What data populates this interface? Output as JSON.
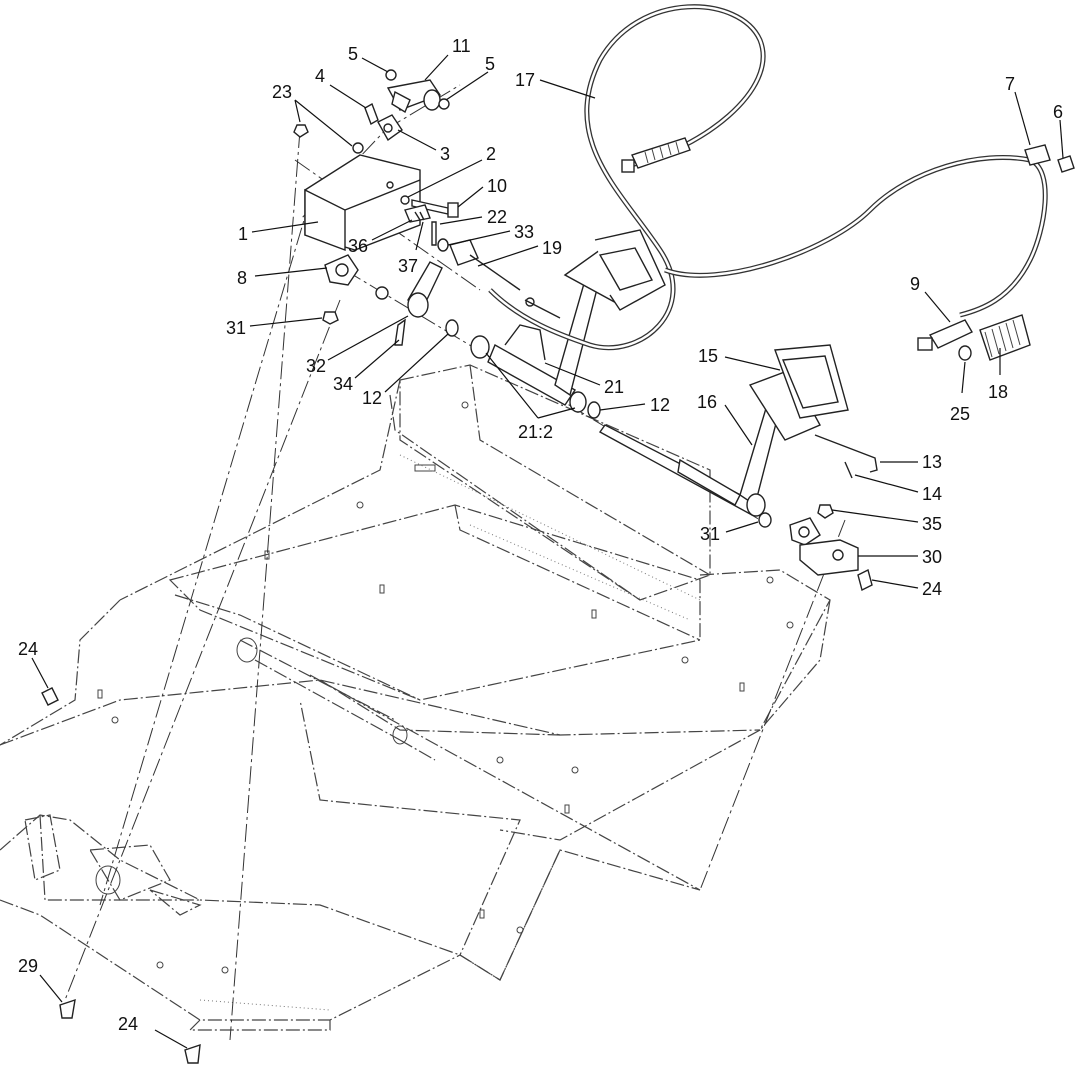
{
  "callouts": [
    {
      "id": "c5a",
      "text": "5"
    },
    {
      "id": "c11",
      "text": "11"
    },
    {
      "id": "c5b",
      "text": "5"
    },
    {
      "id": "c4",
      "text": "4"
    },
    {
      "id": "c23",
      "text": "23"
    },
    {
      "id": "c3",
      "text": "3"
    },
    {
      "id": "c2",
      "text": "2"
    },
    {
      "id": "c10",
      "text": "10"
    },
    {
      "id": "c22",
      "text": "22"
    },
    {
      "id": "c33",
      "text": "33"
    },
    {
      "id": "c1",
      "text": "1"
    },
    {
      "id": "c36",
      "text": "36"
    },
    {
      "id": "c37",
      "text": "37"
    },
    {
      "id": "c19",
      "text": "19"
    },
    {
      "id": "c8",
      "text": "8"
    },
    {
      "id": "c31a",
      "text": "31"
    },
    {
      "id": "c32",
      "text": "32"
    },
    {
      "id": "c34",
      "text": "34"
    },
    {
      "id": "c12a",
      "text": "12"
    },
    {
      "id": "c21",
      "text": "21"
    },
    {
      "id": "c21b",
      "text": "21:2"
    },
    {
      "id": "c12b",
      "text": "12"
    },
    {
      "id": "c17",
      "text": "17"
    },
    {
      "id": "c7",
      "text": "7"
    },
    {
      "id": "c6",
      "text": "6"
    },
    {
      "id": "c9",
      "text": "9"
    },
    {
      "id": "c18",
      "text": "18"
    },
    {
      "id": "c25",
      "text": "25"
    },
    {
      "id": "c15",
      "text": "15"
    },
    {
      "id": "c16",
      "text": "16"
    },
    {
      "id": "c13",
      "text": "13"
    },
    {
      "id": "c14",
      "text": "14"
    },
    {
      "id": "c31b",
      "text": "31"
    },
    {
      "id": "c35",
      "text": "35"
    },
    {
      "id": "c30",
      "text": "30"
    },
    {
      "id": "c24a",
      "text": "24"
    },
    {
      "id": "c24b",
      "text": "24"
    },
    {
      "id": "c29",
      "text": "29"
    },
    {
      "id": "c24c",
      "text": "24"
    }
  ]
}
